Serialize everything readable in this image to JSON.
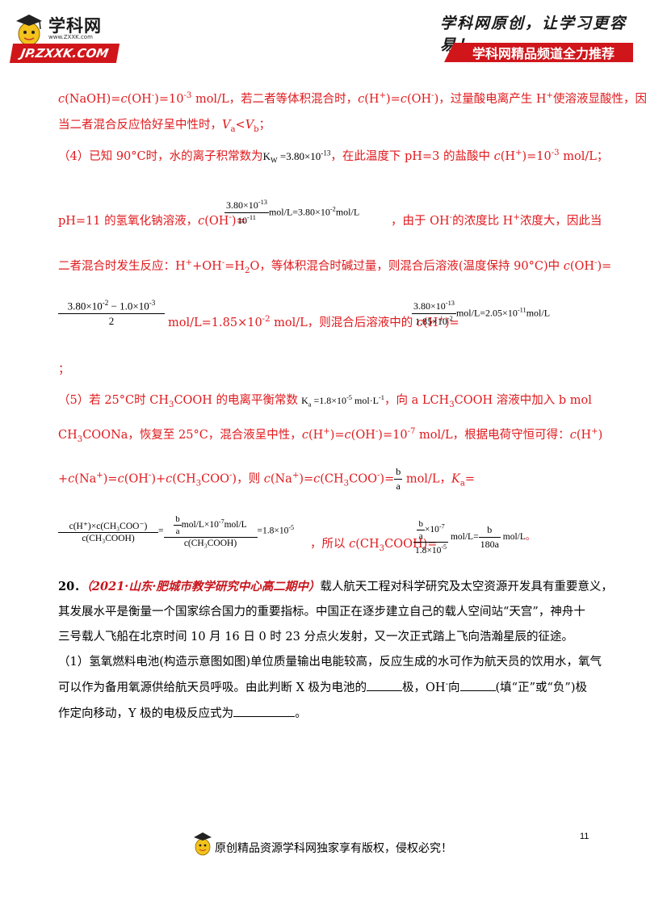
{
  "header": {
    "logo_name": "学科网",
    "logo_url": "www.ZXXK.com",
    "logo_banner": "JP.ZXXK.COM",
    "slogan": "学科网原创，让学习更容易！",
    "channel": "学科网精品频道全力推荐"
  },
  "solution": {
    "l1_a": "c",
    "l1_b": "(NaOH)=",
    "l1_c": "c",
    "l1_d": "(OH",
    "l1_d_sup": "-",
    "l1_e": ")=10",
    "l1_e_sup": "-3",
    "l1_f": " mol/L，若二者等体积混合时，",
    "l1_g": "c",
    "l1_h": "(H",
    "l1_h_sup": "+",
    "l1_i": ")=",
    "l1_j": "c",
    "l1_k": "(OH",
    "l1_k_sup": "-",
    "l1_l": ")，过量酸电离产生 H",
    "l1_l_sup": "+",
    "l1_m": "使溶液显酸性，因此",
    "l2_a": "当二者混合反应恰好呈中性时，",
    "l2_b": "V",
    "l2_b_sub": "a",
    "l2_c": "<",
    "l2_d": "V",
    "l2_d_sub": "b",
    "l2_e": "；",
    "l3_a": "（4）已知 90°C时，水的离子积常数为",
    "l3_kw": "K",
    "l3_kw_sub": "W",
    "l3_kw_val": " =3.80×10",
    "l3_kw_sup": "-13",
    "l3_b": "，在此温度下 pH=3 的盐酸中 ",
    "l3_c": "c",
    "l3_d": "(H",
    "l3_d_sup": "+",
    "l3_e": ")=10",
    "l3_e_sup": "-3",
    "l3_f": " mol/L；",
    "l4_a": "pH=11 的氢氧化钠溶液，",
    "l4_b": "c",
    "l4_c": "(OH",
    "l4_c_sup": "-",
    "l4_d": ")=",
    "l4_frac_num": "3.80×10",
    "l4_frac_num_sup": "-13",
    "l4_frac_den": "10",
    "l4_frac_den_sup": "-11",
    "l4_math_tail": "mol/L=3.80×10",
    "l4_math_tail_sup": "-2",
    "l4_math_tail2": "mol/L",
    "l4_e": "，由于 OH",
    "l4_e_sup": "-",
    "l4_f": "的浓度比 H",
    "l4_f_sup": "+",
    "l4_g": "浓度大，因此当",
    "l5_a": "二者混合时发生反应：H",
    "l5_a_sup": "+",
    "l5_b": "+OH",
    "l5_b_sup": "-",
    "l5_c": "=H",
    "l5_c_sub": "2",
    "l5_d": "O，等体积混合时碱过量，则混合后溶液(温度保持 90°C)中 ",
    "l5_e": "c",
    "l5_f": "(OH",
    "l5_f_sup": "-",
    "l5_g": ")=",
    "l6_frac_num_a": "3.80×10",
    "l6_frac_num_a_sup": "-2",
    "l6_frac_num_b": " − 1.0×10",
    "l6_frac_num_b_sup": "-3",
    "l6_frac_den": "2",
    "l6_a": "mol/L=1.85×10",
    "l6_a_sup": "-2",
    "l6_b": " mol/L，则混合后溶液中的 ",
    "l6_c": "c",
    "l6_d": "(H",
    "l6_d_sup": "+",
    "l6_e": ")=",
    "l6_frac2_num": "3.80×10",
    "l6_frac2_num_sup": "-13",
    "l6_frac2_den": "1.85×10",
    "l6_frac2_den_sup": "-2",
    "l6_math_tail": "mol/L=2.05×10",
    "l6_math_tail_sup": "-11",
    "l6_math_tail2": "mol/L",
    "l7": "；",
    "l8_a": "（5）若 25°C时 CH",
    "l8_a_sub": "3",
    "l8_b": "COOH 的电离平衡常数",
    "l8_ka": "K",
    "l8_ka_sub": "a",
    "l8_ka_val": " =1.8×10",
    "l8_ka_sup": "-5",
    "l8_ka_unit": "mol·L",
    "l8_ka_unit_sup": "-1",
    "l8_c": "，向 a LCH",
    "l8_c_sub": "3",
    "l8_d": "COOH 溶液中加入 b mol",
    "l9_a": "CH",
    "l9_a_sub": "3",
    "l9_b": "COONa，恢复至 25°C，混合液呈中性，",
    "l9_c": "c",
    "l9_d": "(H",
    "l9_d_sup": "+",
    "l9_e": ")=",
    "l9_f": "c",
    "l9_g": "(OH",
    "l9_g_sup": "-",
    "l9_h": ")=10",
    "l9_h_sup": "-7",
    "l9_i": " mol/L，根据电荷守恒可得：",
    "l9_j": "c",
    "l9_k": "(H",
    "l9_k_sup": "+",
    "l9_l": ")",
    "l10_a": "+",
    "l10_b": "c",
    "l10_c": "(Na",
    "l10_c_sup": "+",
    "l10_d": ")=",
    "l10_e": "c",
    "l10_f": "(OH",
    "l10_f_sup": "-",
    "l10_g": ")+",
    "l10_h": "c",
    "l10_i": "(CH",
    "l10_i_sub": "3",
    "l10_j": "COO",
    "l10_j_sup": "-",
    "l10_k": ")，则 ",
    "l10_l": "c",
    "l10_m": "(Na",
    "l10_m_sup": "+",
    "l10_n": ")=",
    "l10_o": "c",
    "l10_p": "(CH",
    "l10_p_sub": "3",
    "l10_q": "COO",
    "l10_q_sup": "-",
    "l10_r": ")=",
    "l10_frac_num": "b",
    "l10_frac_den": "a",
    "l10_s": " mol/L，",
    "l10_t": "K",
    "l10_t_sub": "a",
    "l10_u": "=",
    "l11_frac1_num": "c(H⁺)×c(CH₃COO⁻)",
    "l11_frac1_den": "c(CH₃COOH)",
    "l11_eq1": "=",
    "l11_frac2_num_b": "b",
    "l11_frac2_num_a": "a",
    "l11_frac2_num_tail": "mol/L×10",
    "l11_frac2_num_tail_sup": "-7",
    "l11_frac2_num_tail2": "mol/L",
    "l11_frac2_den": "c(CH₃COOH)",
    "l11_eq2": "=1.8×10",
    "l11_eq2_sup": "-5",
    "l11_a": "，所以 ",
    "l11_b": "c",
    "l11_c": "(CH",
    "l11_c_sub": "3",
    "l11_d": "COOH)=",
    "l11_frac3_num_b": "b",
    "l11_frac3_num_a": "a",
    "l11_frac3_num_tail": "×10",
    "l11_frac3_num_tail_sup": "-7",
    "l11_frac3_den": "1.8×10",
    "l11_frac3_den_sup": "-5",
    "l11_e": " mol/L=",
    "l11_frac4_num": "b",
    "l11_frac4_den": "180a",
    "l11_f": " mol/L",
    "l11_g": "。"
  },
  "question": {
    "number": "20．",
    "source": "（2021·山东·肥城市教学研究中心高二期中）",
    "q1": "载人航天工程对科学研究及太空资源开发具有重要意义，",
    "q2": "其发展水平是衡量一个国家综合国力的重要指标。中国正在逐步建立自己的载人空间站“天宫”，神舟十",
    "q3": "三号载人飞船在北京时间 10 月 16 日 0 时 23 分点火发射，又一次正式踏上飞向浩瀚星辰的征途。",
    "q4": "（1）氢氧燃料电池(构造示意图如图)单位质量输出电能较高，反应生成的水可作为航天员的饮用水，氧气",
    "q5_a": "可以作为备用氧源供给航天员呼吸。由此判断 X 极为电池的",
    "q5_b": "极，OH",
    "q5_b_sup": "-",
    "q5_c": "向",
    "q5_d": "(填“正”或“负”)极",
    "q6_a": "作定向移动，Y 极的电极反应式为",
    "q6_b": "。"
  },
  "footer": {
    "page_number": "11",
    "copyright": "原创精品资源学科网独家享有版权，侵权必究！"
  }
}
